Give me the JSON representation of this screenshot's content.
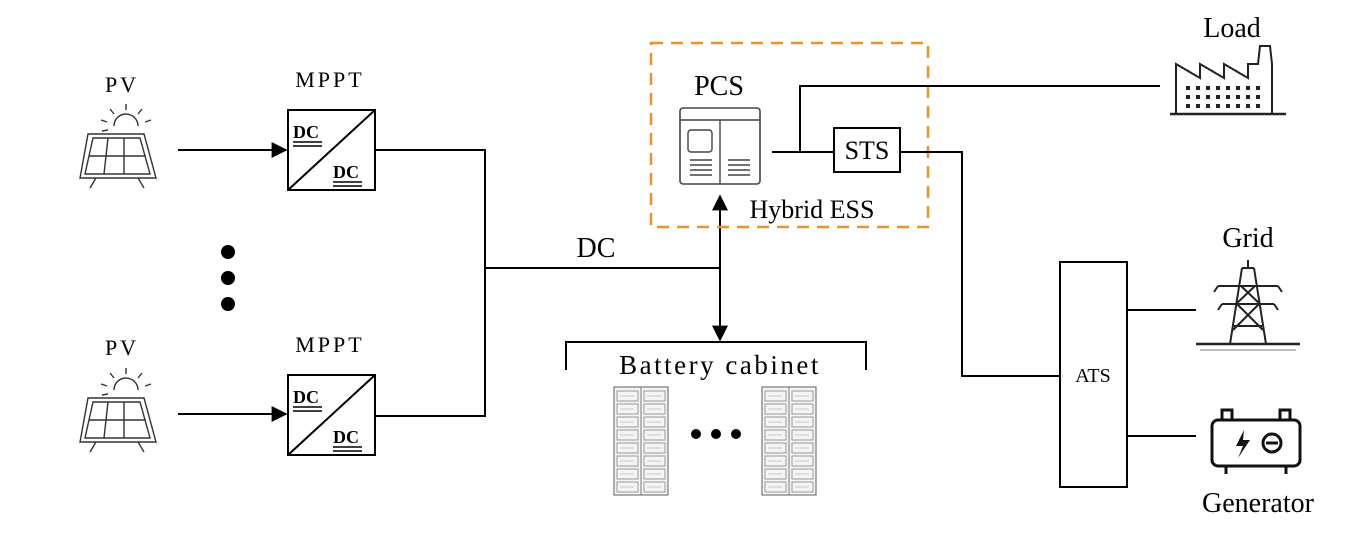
{
  "labels": {
    "pv_top": "PV",
    "pv_bottom": "PV",
    "mppt_top": "MPPT",
    "mppt_bottom": "MPPT",
    "dc_in": "DC",
    "dc_out": "DC",
    "dc_bus": "DC",
    "pcs": "PCS",
    "sts": "STS",
    "hybrid_ess": "Hybrid ESS",
    "battery_cabinet": "Battery cabinet",
    "load": "Load",
    "grid": "Grid",
    "ats": "ATS",
    "generator": "Generator"
  },
  "colors": {
    "ess_boundary": "#E8952F",
    "line": "#000000"
  },
  "icons": {
    "pv": "solar-panel-icon",
    "load": "factory-icon",
    "grid": "transmission-tower-icon",
    "generator": "generator-icon",
    "battery": "battery-rack-icon",
    "pcs": "pcs-cabinet-icon"
  }
}
